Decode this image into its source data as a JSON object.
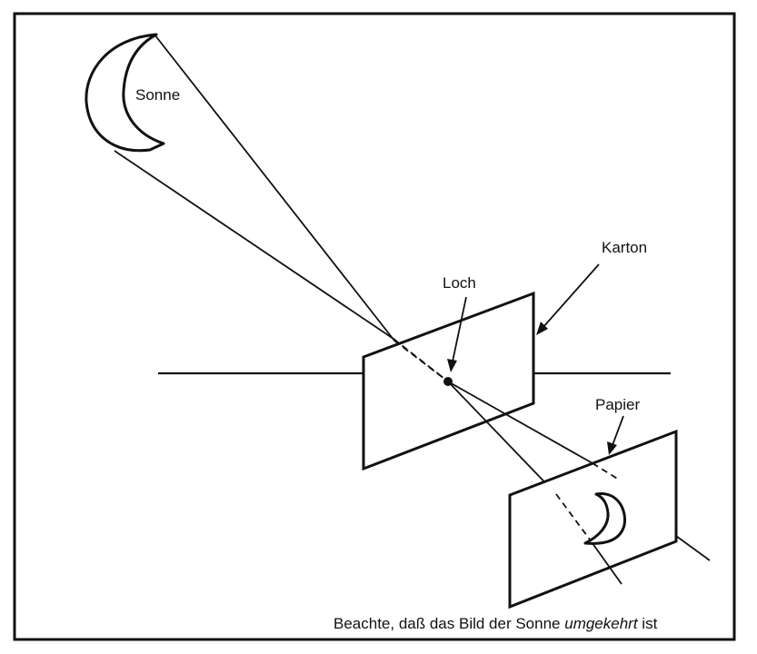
{
  "labels": {
    "sun": "Sonne",
    "card": "Karton",
    "hole": "Loch",
    "paper": "Papier"
  },
  "caption": {
    "before": "Beachte, daß das Bild der Sonne ",
    "emphasis": "umgekehrt",
    "after": " ist"
  }
}
